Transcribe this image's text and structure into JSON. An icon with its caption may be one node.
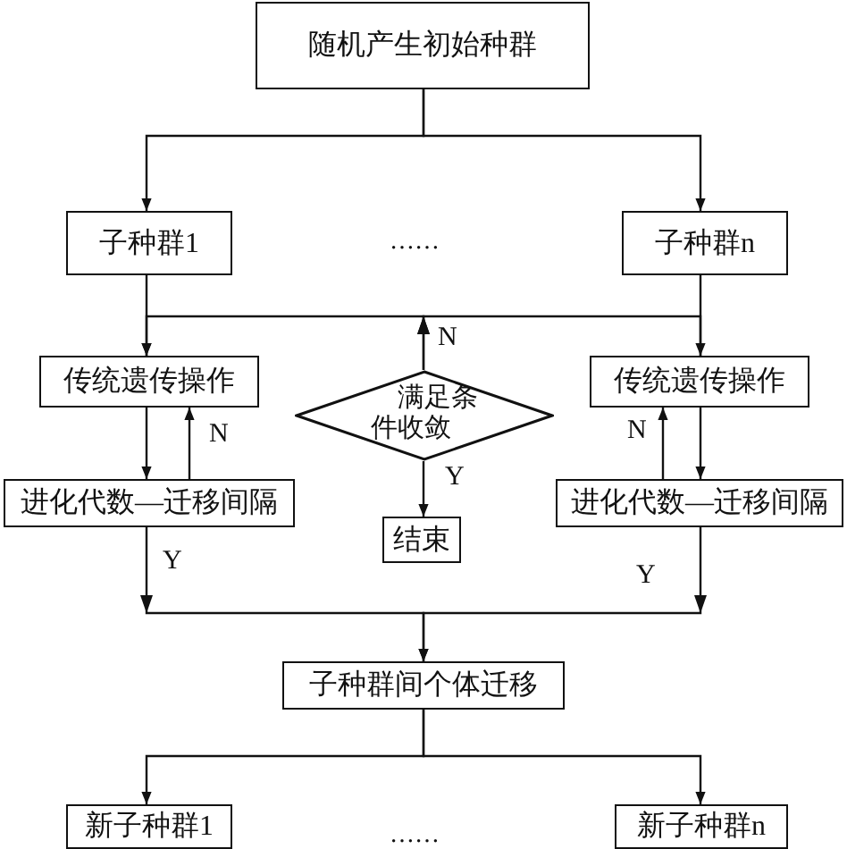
{
  "diagram": {
    "nodes": [
      {
        "text": [
          "随机产生初始种群"
        ]
      },
      {
        "text": [
          "子种群1"
        ]
      },
      {
        "text": [
          "子种群n"
        ]
      },
      {
        "text": [
          "传统遗传操作"
        ]
      },
      {
        "text": [
          "满足条件收敛"
        ]
      },
      {
        "text": [
          "传统遗传操作"
        ]
      },
      {
        "text": [
          "进化代数—迁移间隔"
        ]
      },
      {
        "text": [
          "结束"
        ]
      },
      {
        "text": [
          "进化代数—迁移间隔"
        ]
      },
      {
        "text": [
          "子种群间个体迁移"
        ]
      },
      {
        "text": [
          "新子种群1"
        ]
      },
      {
        "text": [
          "新子种群n"
        ]
      }
    ],
    "edges": [
      {
        "from": 0,
        "to": 1,
        "arrow": "to"
      },
      {
        "from": 0,
        "to": 2,
        "arrow": "to"
      },
      {
        "from": 1,
        "to": 3,
        "arrow": "to"
      },
      {
        "from": 2,
        "to": 5,
        "arrow": "none"
      },
      {
        "from": 4,
        "to": 3,
        "arrow": "to",
        "label": "N"
      },
      {
        "from": 4,
        "to": 5,
        "arrow": "to"
      },
      {
        "from": 3,
        "to": 6,
        "arrow": "to"
      },
      {
        "from": 6,
        "to": 3,
        "arrow": "to",
        "label": "N"
      },
      {
        "from": 5,
        "to": 8,
        "arrow": "to"
      },
      {
        "from": 8,
        "to": 5,
        "arrow": "to",
        "label": "N"
      },
      {
        "from": 4,
        "to": 7,
        "arrow": "to",
        "label": "Y"
      },
      {
        "from": 6,
        "to": 9,
        "arrow": "to",
        "label": "Y"
      },
      {
        "from": 8,
        "to": 9,
        "arrow": "to",
        "label": "Y"
      },
      {
        "from": 9,
        "to": 10,
        "arrow": "to"
      },
      {
        "from": 9,
        "to": 11,
        "arrow": "to"
      }
    ],
    "labels": [
      "……",
      "……"
    ]
  }
}
